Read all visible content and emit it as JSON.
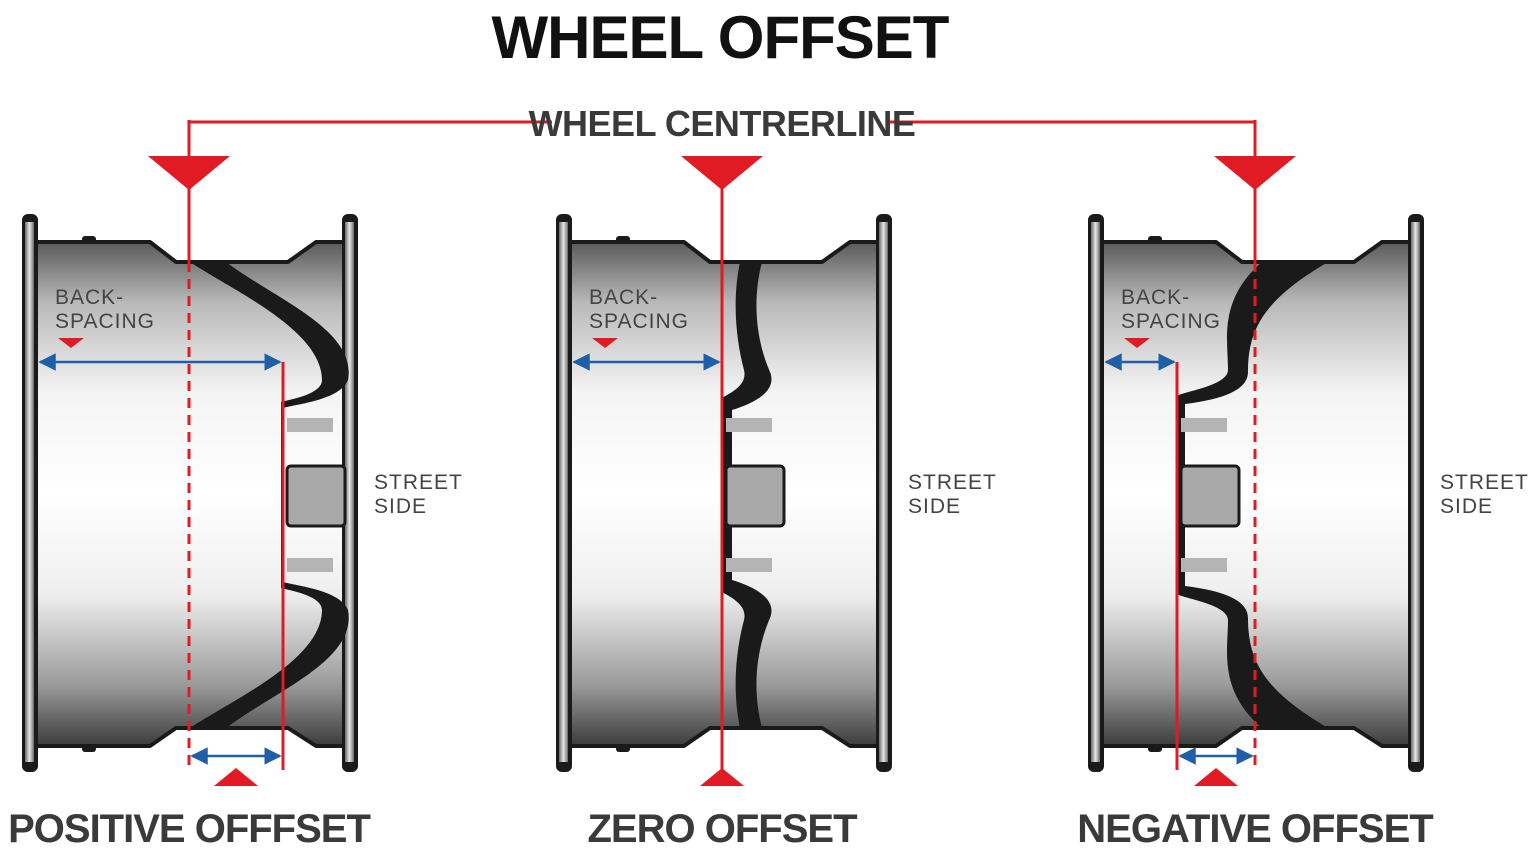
{
  "title": "WHEEL OFFSET",
  "centreline_label": "WHEEL CENTRERLINE",
  "colors": {
    "centreline": "#e11b24",
    "measure_arrow": "#1f5fa8",
    "spoke": "#1a1a1a",
    "rim_dark": "#1a1a1a",
    "text": "#3a3a3a"
  },
  "panels": [
    {
      "caption": "POSITIVE OFFFSET",
      "backspacing_label_line1": "BACK-",
      "backspacing_label_line2": "SPACING",
      "street_label_line1": "STREET",
      "street_label_line2": "SIDE",
      "offset_type": "positive"
    },
    {
      "caption": "ZERO OFFSET",
      "backspacing_label_line1": "BACK-",
      "backspacing_label_line2": "SPACING",
      "street_label_line1": "STREET",
      "street_label_line2": "SIDE",
      "offset_type": "zero"
    },
    {
      "caption": "NEGATIVE OFFSET",
      "backspacing_label_line1": "BACK-",
      "backspacing_label_line2": "SPACING",
      "street_label_line1": "STREET",
      "street_label_line2": "SIDE",
      "offset_type": "negative"
    }
  ]
}
